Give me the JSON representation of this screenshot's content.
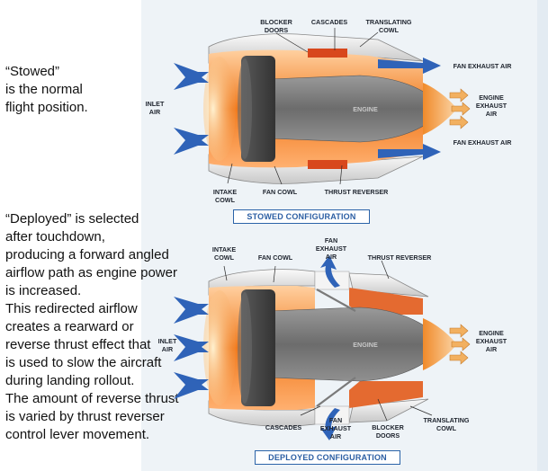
{
  "descriptions": {
    "stowed": [
      "“Stowed”",
      "is the normal",
      "flight position."
    ],
    "deployed": [
      "“Deployed” is selected",
      "after touchdown,",
      "producing a forward angled",
      "airflow path as engine power",
      "is increased.",
      "This redirected airflow",
      "creates a rearward or",
      "reverse thrust effect that",
      "is used to slow the aircraft",
      "during landing rollout.",
      "The amount of reverse thrust",
      "is varied by thrust reverser",
      "control lever movement."
    ]
  },
  "stowed": {
    "caption": "STOWED CONFIGURATION",
    "labels": {
      "blocker_doors": [
        "BLOCKER",
        "DOORS"
      ],
      "cascades": "CASCADES",
      "translating_cowl": [
        "TRANSLATING",
        "COWL"
      ],
      "inlet_air": [
        "INLET",
        "AIR"
      ],
      "engine": "ENGINE",
      "fan_exhaust_top": "FAN EXHAUST AIR",
      "engine_exhaust": [
        "ENGINE",
        "EXHAUST",
        "AIR"
      ],
      "fan_exhaust_bottom": "FAN EXHAUST AIR",
      "intake_cowl": [
        "INTAKE",
        "COWL"
      ],
      "fan_cowl": "FAN COWL",
      "thrust_reverser": "THRUST REVERSER"
    }
  },
  "deployed": {
    "caption": "DEPLOYED CONFIGURATION",
    "labels": {
      "intake_cowl": [
        "INTAKE",
        "COWL"
      ],
      "fan_cowl": "FAN COWL",
      "fan_exhaust_top": [
        "FAN",
        "EXHAUST",
        "AIR"
      ],
      "thrust_reverser": "THRUST REVERSER",
      "inlet_air": [
        "INLET",
        "AIR"
      ],
      "engine": "ENGINE",
      "engine_exhaust": [
        "ENGINE",
        "EXHAUST",
        "AIR"
      ],
      "cascades": "CASCADES",
      "fan_exhaust_bottom": [
        "FAN",
        "EXHAUST",
        "AIR"
      ],
      "blocker_doors": [
        "BLOCKER",
        "DOORS"
      ],
      "translating_cowl": [
        "TRANSLATING",
        "COWL"
      ]
    }
  },
  "colors": {
    "inlet_arrow": "#2f63b8",
    "fan_section": "#f07a1e",
    "nacelle": "#e8e8e8",
    "fan_disc": "#4a4a4a",
    "core": "#757575",
    "caption": "#2b5ea3"
  }
}
